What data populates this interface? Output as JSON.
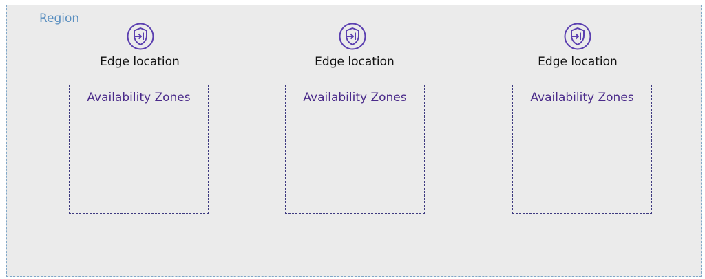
{
  "region": {
    "label": "Region"
  },
  "columns": [
    {
      "edge_label": "Edge location",
      "zone_label": "Availability Zones"
    },
    {
      "edge_label": "Edge location",
      "zone_label": "Availability Zones"
    },
    {
      "edge_label": "Edge location",
      "zone_label": "Availability Zones"
    }
  ],
  "icons": {
    "edge": "edge-location-icon"
  },
  "colors": {
    "region_border": "#7fa7c8",
    "region_label": "#5a8fc0",
    "region_fill": "#ebebeb",
    "icon": "#5b3fb0",
    "zone_border": "#3e3a80",
    "zone_label": "#4a2a8a",
    "edge_label": "#111111"
  }
}
